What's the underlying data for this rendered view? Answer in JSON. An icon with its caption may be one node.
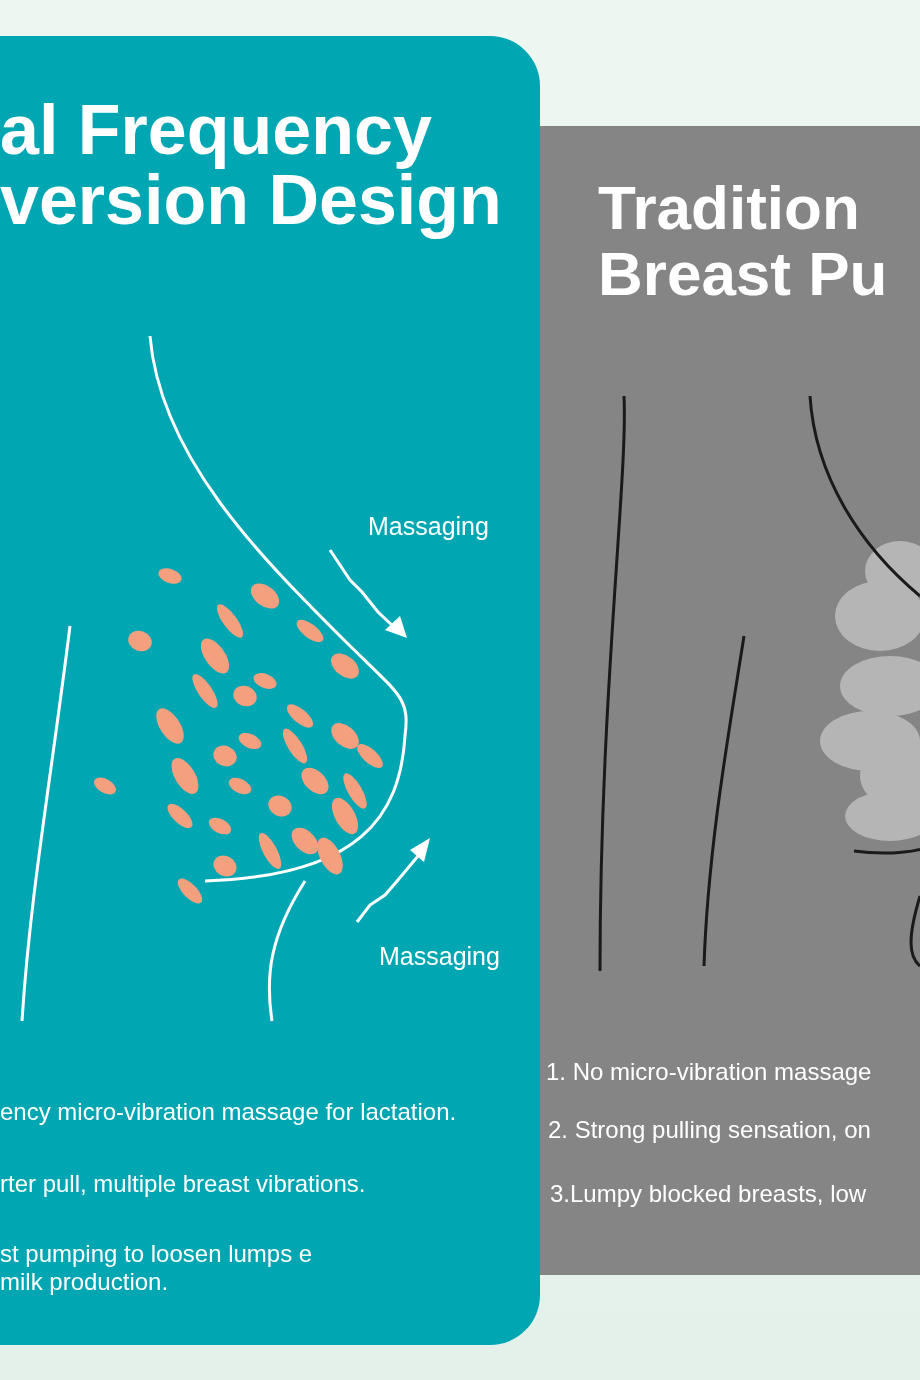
{
  "diagram": {
    "nodes": [
      {
        "text": [
          "al Frequency version Design",
          "ency micro-vibration massage for lactation.",
          "rter pull, multiple breast vibrations.",
          "st pumping to loosen lumps e milk production."
        ]
      },
      {
        "text": [
          "Tradition Breast Pu",
          "1. No micro-vibration massage",
          "2. Strong pulling sensation, on",
          "3.Lumpy blocked breasts, low"
        ]
      }
    ],
    "edges": [],
    "labels": [
      "Massaging",
      "Massaging"
    ]
  }
}
